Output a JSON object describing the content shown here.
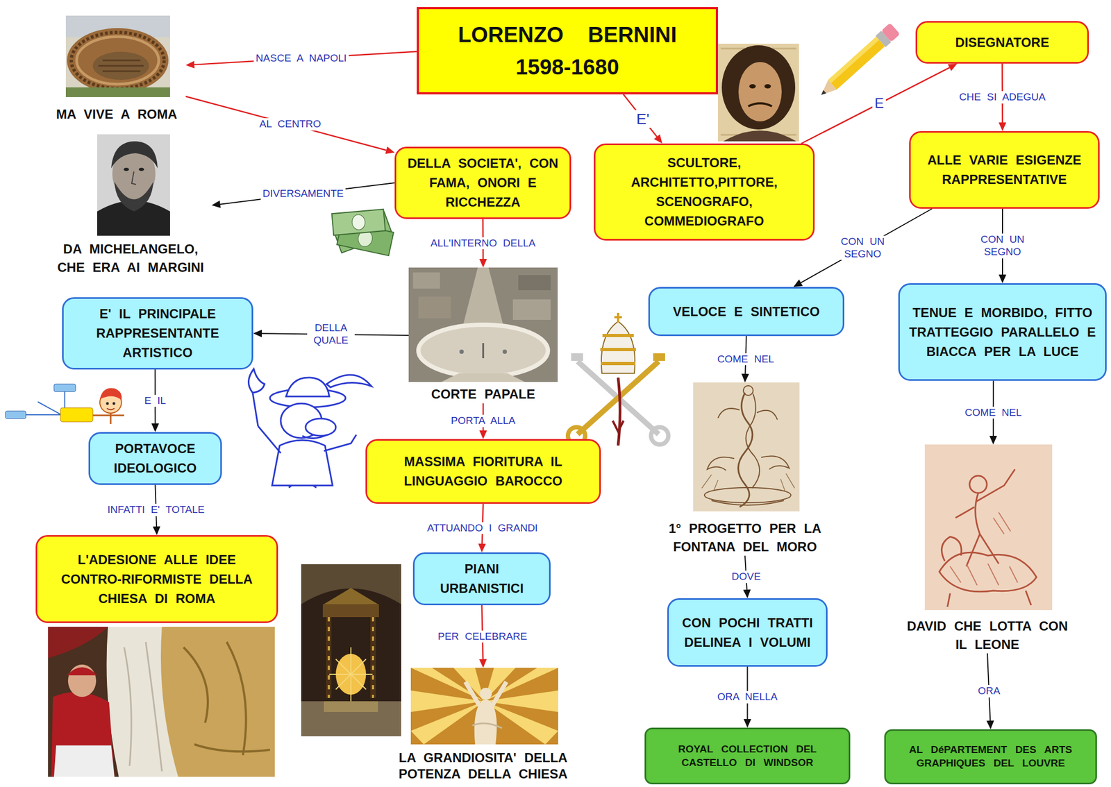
{
  "diagram": {
    "nodes": [
      {
        "text": [
          "LORENZO BERNINI",
          "1598-1680"
        ]
      },
      {
        "text": [
          "MA VIVE A ROMA"
        ]
      },
      {
        "text": [
          "DELLA SOCIETA', CON FAMA, ONORI E RICCHEZZA"
        ]
      },
      {
        "text": [
          "SCULTORE, ARCHITETTO,PITTORE, SCENOGRAFO, COMMEDIOGRAFO"
        ]
      },
      {
        "text": [
          "DISEGNATORE"
        ]
      },
      {
        "text": [
          "DA MICHELANGELO, CHE ERA AI MARGINI"
        ]
      },
      {
        "text": [
          "ALLE VARIE ESIGENZE RAPPRESENTATIVE"
        ]
      },
      {
        "text": [
          "CORTE PAPALE"
        ]
      },
      {
        "text": [
          "E' IL PRINCIPALE RAPPRESENTANTE ARTISTICO"
        ]
      },
      {
        "text": [
          "VELOCE E SINTETICO"
        ]
      },
      {
        "text": [
          "TENUE E MORBIDO, FITTO TRATTEGGIO PARALLELO E BIACCA PER LA LUCE"
        ]
      },
      {
        "text": [
          "PORTAVOCE IDEOLOGICO"
        ]
      },
      {
        "text": [
          "MASSIMA FIORITURA IL LINGUAGGIO BAROCCO"
        ]
      },
      {
        "text": [
          "1° PROGETTO PER LA FONTANA DEL MORO"
        ]
      },
      {
        "text": [
          "DAVID CHE LOTTA CON IL LEONE"
        ]
      },
      {
        "text": [
          "L'ADESIONE ALLE IDEE CONTRO-RIFORMISTE DELLA CHIESA DI ROMA"
        ]
      },
      {
        "text": [
          "PIANI URBANISTICI"
        ]
      },
      {
        "text": [
          "CON POCHI TRATTI DELINEA I VOLUMI"
        ]
      },
      {
        "text": [
          "LA GRANDIOSITA' DELLA POTENZA DELLA CHIESA"
        ]
      },
      {
        "text": [
          "ROYAL COLLECTION DEL CASTELLO DI WINDSOR"
        ]
      },
      {
        "text": [
          "AL DéPARTEMENT DES ARTS GRAPHIQUES DEL LOUVRE"
        ]
      }
    ],
    "edges": [
      {
        "from": 0,
        "to": 1,
        "label": "NASCE A NAPOLI",
        "arrow": "to"
      },
      {
        "from": 1,
        "to": 2,
        "label": "AL CENTRO",
        "arrow": "to"
      },
      {
        "from": 2,
        "to": 5,
        "label": "DIVERSAMENTE",
        "arrow": "to"
      },
      {
        "from": 0,
        "to": 3,
        "label": "E'",
        "arrow": "to"
      },
      {
        "from": 3,
        "to": 4,
        "label": "E",
        "arrow": "to"
      },
      {
        "from": 4,
        "to": 6,
        "label": "CHE SI ADEGUA",
        "arrow": "to"
      },
      {
        "from": 2,
        "to": 7,
        "label": "ALL'INTERNO DELLA",
        "arrow": "to"
      },
      {
        "from": 7,
        "to": 8,
        "label": "DELLA QUALE",
        "arrow": "to"
      },
      {
        "from": 6,
        "to": 9,
        "label": "CON UN SEGNO",
        "arrow": "to"
      },
      {
        "from": 6,
        "to": 10,
        "label": "CON UN SEGNO",
        "arrow": "to"
      },
      {
        "from": 8,
        "to": 11,
        "label": "E IL",
        "arrow": "to"
      },
      {
        "from": 7,
        "to": 12,
        "label": "PORTA ALLA",
        "arrow": "to"
      },
      {
        "from": 9,
        "to": 13,
        "label": "COME NEL",
        "arrow": "to"
      },
      {
        "from": 10,
        "to": 14,
        "label": "COME NEL",
        "arrow": "to"
      },
      {
        "from": 11,
        "to": 15,
        "label": "INFATTI E' TOTALE",
        "arrow": "to"
      },
      {
        "from": 12,
        "to": 16,
        "label": "ATTUANDO I GRANDI",
        "arrow": "to"
      },
      {
        "from": 13,
        "to": 17,
        "label": "DOVE",
        "arrow": "to"
      },
      {
        "from": 16,
        "to": 18,
        "label": "PER CELEBRARE",
        "arrow": "to"
      },
      {
        "from": 17,
        "to": 19,
        "label": "ORA NELLA",
        "arrow": "to"
      },
      {
        "from": 14,
        "to": 20,
        "label": "ORA",
        "arrow": "to"
      }
    ]
  }
}
